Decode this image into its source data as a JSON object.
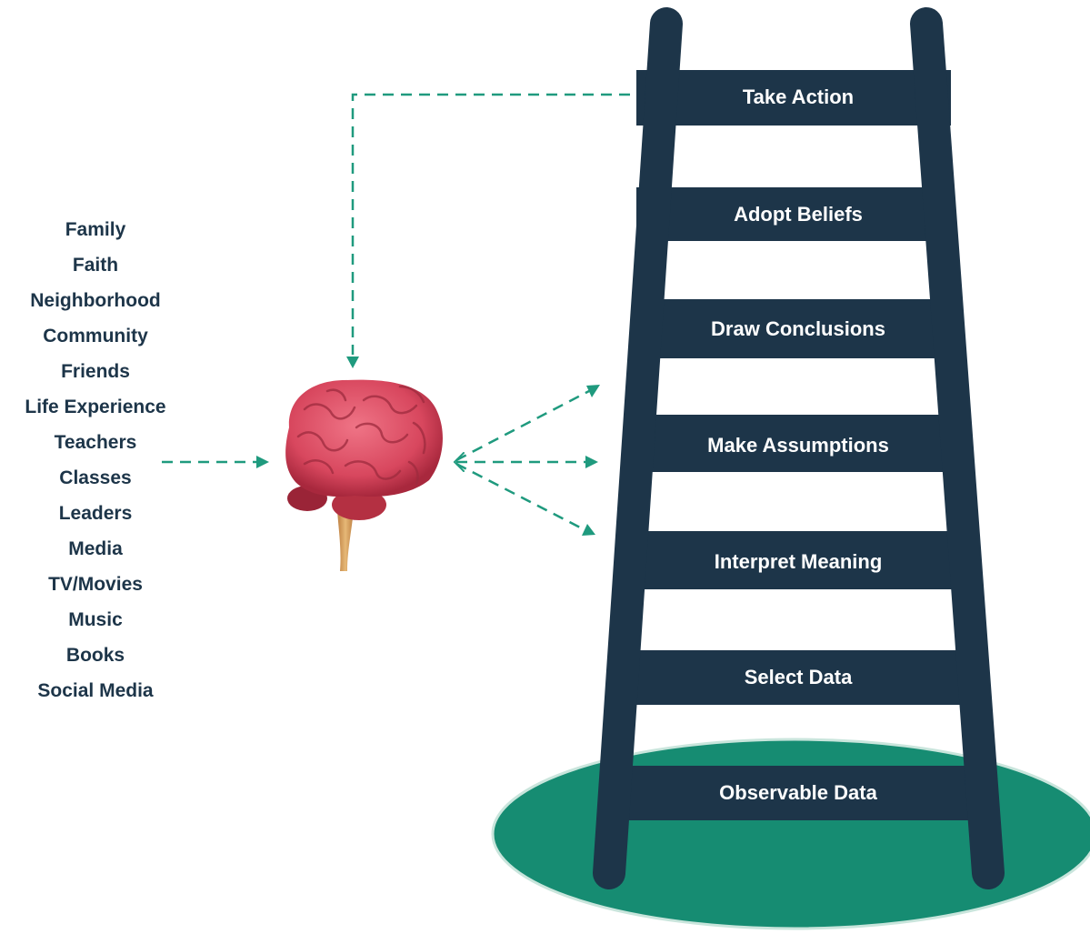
{
  "influences": [
    "Family",
    "Faith",
    "Neighborhood",
    "Community",
    "Friends",
    "Life Experience",
    "Teachers",
    "Classes",
    "Leaders",
    "Media",
    "TV/Movies",
    "Music",
    "Books",
    "Social Media"
  ],
  "ladder_rungs": [
    "Take Action",
    "Adopt Beliefs",
    "Draw Conclusions",
    "Make Assumptions",
    "Interpret Meaning",
    "Select Data",
    "Observable Data"
  ],
  "colors": {
    "navy": "#1d3549",
    "teal": "#168c72",
    "arrow": "#1f9a7e",
    "brain": "#d8475e",
    "stem": "#d8a05e"
  },
  "icons": {
    "brain": "brain-icon"
  }
}
